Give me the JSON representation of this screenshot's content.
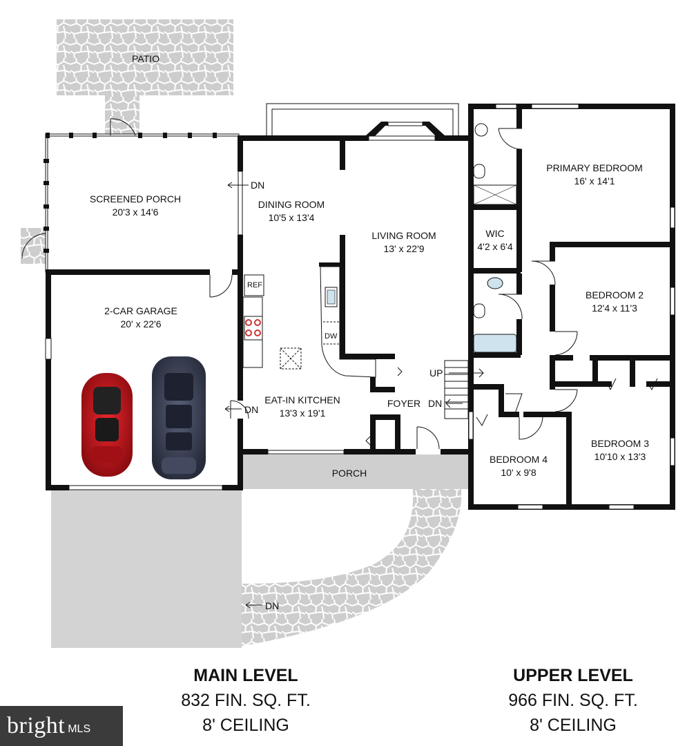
{
  "rooms": {
    "patio": {
      "name": "PATIO"
    },
    "screened_porch": {
      "name": "SCREENED PORCH",
      "dims": "20'3 x 14'6"
    },
    "garage": {
      "name": "2-CAR GARAGE",
      "dims": "20' x 22'6"
    },
    "dining": {
      "name": "DINING ROOM",
      "dims": "10'5 x 13'4"
    },
    "living": {
      "name": "LIVING ROOM",
      "dims": "13' x 22'9"
    },
    "kitchen": {
      "name": "EAT-IN KITCHEN",
      "dims": "13'3 x 19'1"
    },
    "foyer": {
      "name": "FOYER"
    },
    "porch": {
      "name": "PORCH"
    },
    "primary": {
      "name": "PRIMARY BEDROOM",
      "dims": "16' x 14'1"
    },
    "wic": {
      "name": "WIC",
      "dims": "4'2 x 6'4"
    },
    "bed2": {
      "name": "BEDROOM 2",
      "dims": "12'4 x 11'3"
    },
    "bed3": {
      "name": "BEDROOM 3",
      "dims": "10'10 x 13'3"
    },
    "bed4": {
      "name": "BEDROOM 4",
      "dims": "10' x 9'8"
    }
  },
  "annotations": {
    "dn": "DN",
    "up": "UP",
    "ref": "REF",
    "dw": "DW"
  },
  "levels": {
    "main": {
      "title": "MAIN LEVEL",
      "area": "832 FIN. SQ. FT.",
      "ceiling": "8' CEILING"
    },
    "upper": {
      "title": "UPPER LEVEL",
      "area": "966 FIN. SQ. FT.",
      "ceiling": "8' CEILING"
    }
  },
  "logo": {
    "word": "bright",
    "suffix": "MLS"
  },
  "colors": {
    "wall": "#111111",
    "stone": "#cfcfcf",
    "concrete": "#d2d2d2",
    "car_red": "#c8161d",
    "car_navy": "#3b4257"
  }
}
